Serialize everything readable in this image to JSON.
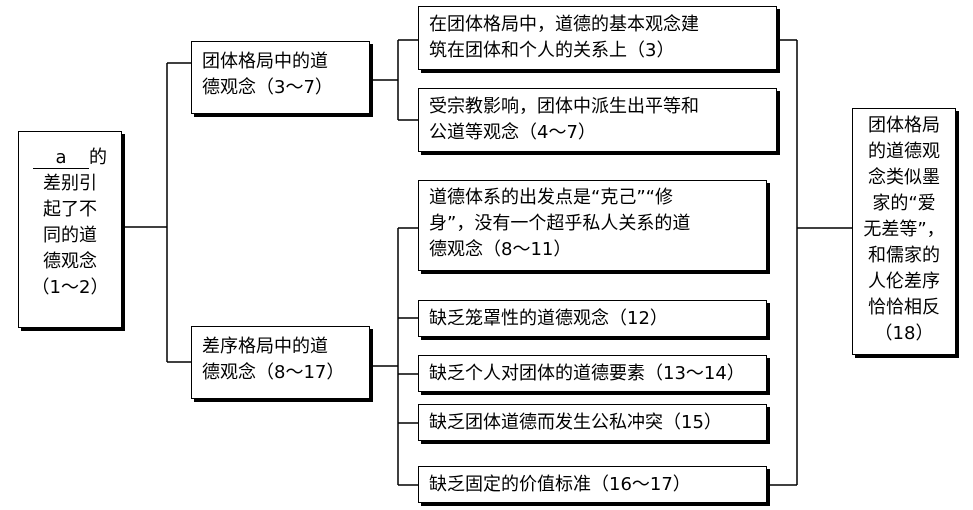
{
  "left_box": {
    "blank": "a",
    "line1_suffix": "的",
    "line2": "差别引",
    "line3": "起了不",
    "line4": "同的道",
    "line5": "德观念",
    "line6": "（1～2）"
  },
  "mid_top": {
    "line1": "团体格局中的道",
    "line2": "德观念（3～7）"
  },
  "mid_bottom": {
    "line1": "差序格局中的道",
    "line2": "德观念（8～17）"
  },
  "right_top": [
    {
      "line1": "在团体格局中，道德的基本观念建",
      "line2": "筑在团体和个人的关系上（3）"
    },
    {
      "line1": "受宗教影响，团体中派生出平等和",
      "line2": "公道等观念（4～7）"
    }
  ],
  "right_bottom_first": {
    "line1": "道德体系的出发点是“克己”“修",
    "line2": "身”，没有一个超乎私人关系的道",
    "line3": "德观念（8～11）"
  },
  "right_bottom": [
    {
      "label": "缺乏笼罩性的道德观念（12）"
    },
    {
      "label": "缺乏个人对团体的道德要素（13～14）"
    },
    {
      "label": "缺乏团体道德而发生公私冲突（15）"
    },
    {
      "label": "缺乏固定的价值标准（16～17）"
    }
  ],
  "conclusion": {
    "lines": [
      "团体格局",
      "的道德观",
      "念类似墨",
      "家的“爱",
      "无差等”，",
      "和儒家的",
      "人伦差序",
      "恰恰相反",
      "（18）"
    ]
  }
}
